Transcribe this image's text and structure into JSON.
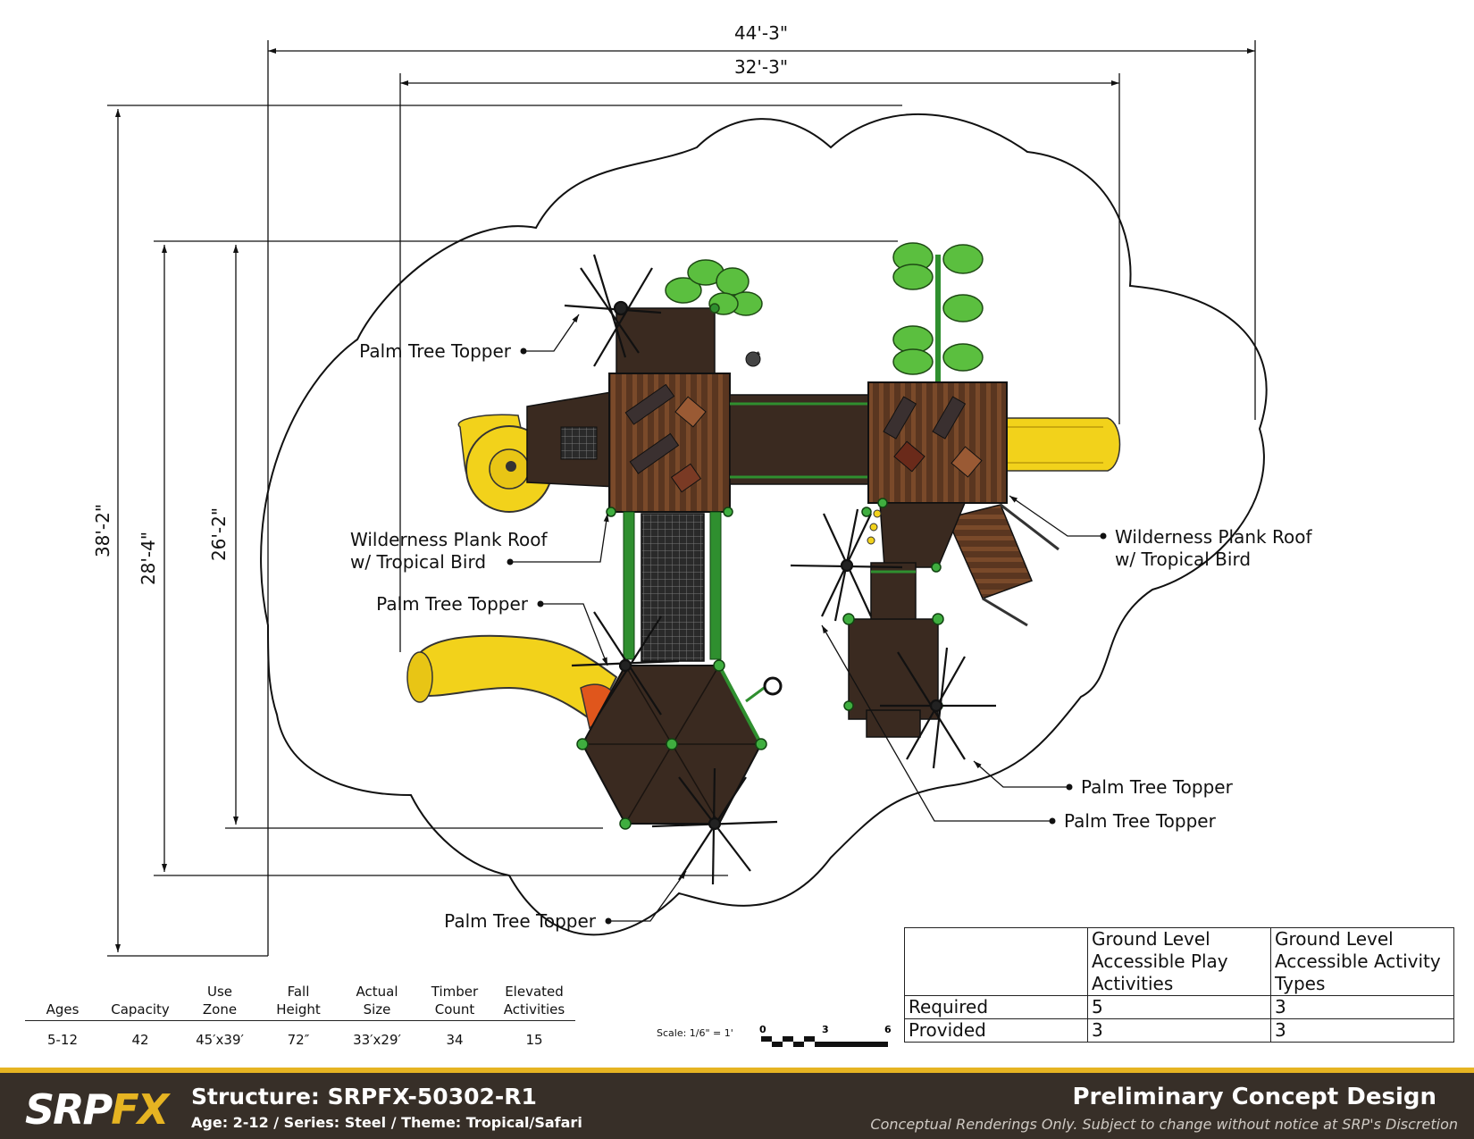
{
  "dimensions": {
    "overall_width": "44'-3\"",
    "structure_width": "32'-3\"",
    "overall_depth": "38'-2\"",
    "mid_depth": "28'-4\"",
    "structure_depth": "26'-2\""
  },
  "labels": {
    "palm_topper_1": "Palm Tree Topper",
    "roof_left_line1": "Wilderness Plank Roof",
    "roof_left_line2": "w/ Tropical Bird",
    "palm_topper_2": "Palm Tree Topper",
    "roof_right_line1": "Wilderness Plank Roof",
    "roof_right_line2": "w/ Tropical Bird",
    "palm_topper_3": "Palm Tree Topper",
    "palm_topper_4": "Palm Tree Topper",
    "palm_topper_5": "Palm Tree Topper"
  },
  "specs": {
    "headers": [
      "Ages",
      "Capacity",
      "Use\nZone",
      "Fall\nHeight",
      "Actual\nSize",
      "Timber\nCount",
      "Elevated\nActivities"
    ],
    "values": [
      "5-12",
      "42",
      "45′x39′",
      "72″",
      "33′x29′",
      "34",
      "15"
    ]
  },
  "accessibility": {
    "col1": "Ground Level Accessible Play Activities",
    "col2": "Ground Level Accessible Activity Types",
    "rows": [
      {
        "label": "Required",
        "v1": "5",
        "v2": "3"
      },
      {
        "label": "Provided",
        "v1": "3",
        "v2": "3"
      }
    ]
  },
  "scale": {
    "label": "Scale: 1/6\" = 1'",
    "ticks": [
      "0",
      "3",
      "6"
    ]
  },
  "footer": {
    "logo_a": "SRP",
    "logo_b": "FX",
    "structure": "Structure: SRPFX-50302-R1",
    "subtitle": "Age: 2-12 / Series: Steel / Theme: Tropical/Safari",
    "design_title": "Preliminary Concept Design",
    "disclaimer": "Conceptual Renderings Only. Subject to change without notice at SRP's Discretion"
  },
  "colors": {
    "deck": "#3a2a20",
    "plank": "#6b4226",
    "slide": "#f2d21b",
    "post": "#2f8f2f",
    "leaf": "#5bbf3f",
    "accent": "#e6b422",
    "footer_bg": "#372f28"
  }
}
